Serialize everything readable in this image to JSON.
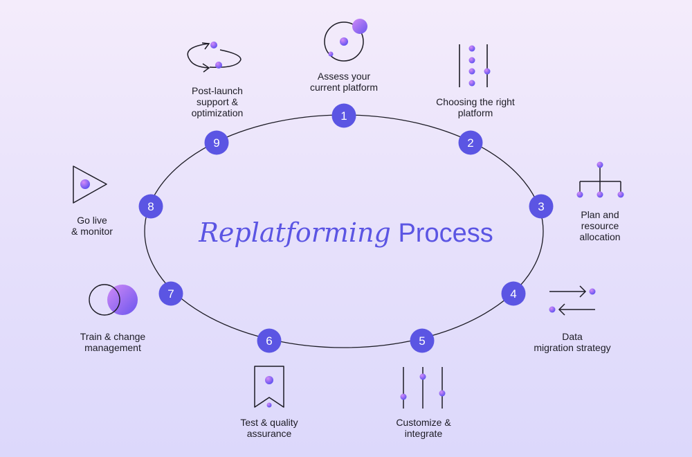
{
  "title": {
    "italic": "Replatforming",
    "plain": "Process"
  },
  "steps": [
    {
      "number": "1",
      "line1": "Assess your",
      "line2": "current platform",
      "line3": "",
      "icon": "orbit-icon"
    },
    {
      "number": "2",
      "line1": "Choosing the right",
      "line2": "platform",
      "line3": "",
      "icon": "options-icon"
    },
    {
      "number": "3",
      "line1": "Plan and",
      "line2": "resource",
      "line3": "allocation",
      "icon": "hierarchy-icon"
    },
    {
      "number": "4",
      "line1": "Data",
      "line2": "migration strategy",
      "line3": "",
      "icon": "transfer-arrows-icon"
    },
    {
      "number": "5",
      "line1": "Customize &",
      "line2": "integrate",
      "line3": "",
      "icon": "sliders-icon"
    },
    {
      "number": "6",
      "line1": "Test & quality",
      "line2": "assurance",
      "line3": "",
      "icon": "bookmark-icon"
    },
    {
      "number": "7",
      "line1": "Train & change",
      "line2": "management",
      "line3": "",
      "icon": "overlap-circles-icon"
    },
    {
      "number": "8",
      "line1": "Go live",
      "line2": "& monitor",
      "line3": "",
      "icon": "play-icon"
    },
    {
      "number": "9",
      "line1": "Post-launch",
      "line2": "support &",
      "line3": "optimization",
      "icon": "cycle-arrows-icon"
    }
  ],
  "colors": {
    "accent": "#5b55e3",
    "dot_light": "#c07af5",
    "dot_dark": "#5b4ff0",
    "line": "#1c1b24"
  }
}
